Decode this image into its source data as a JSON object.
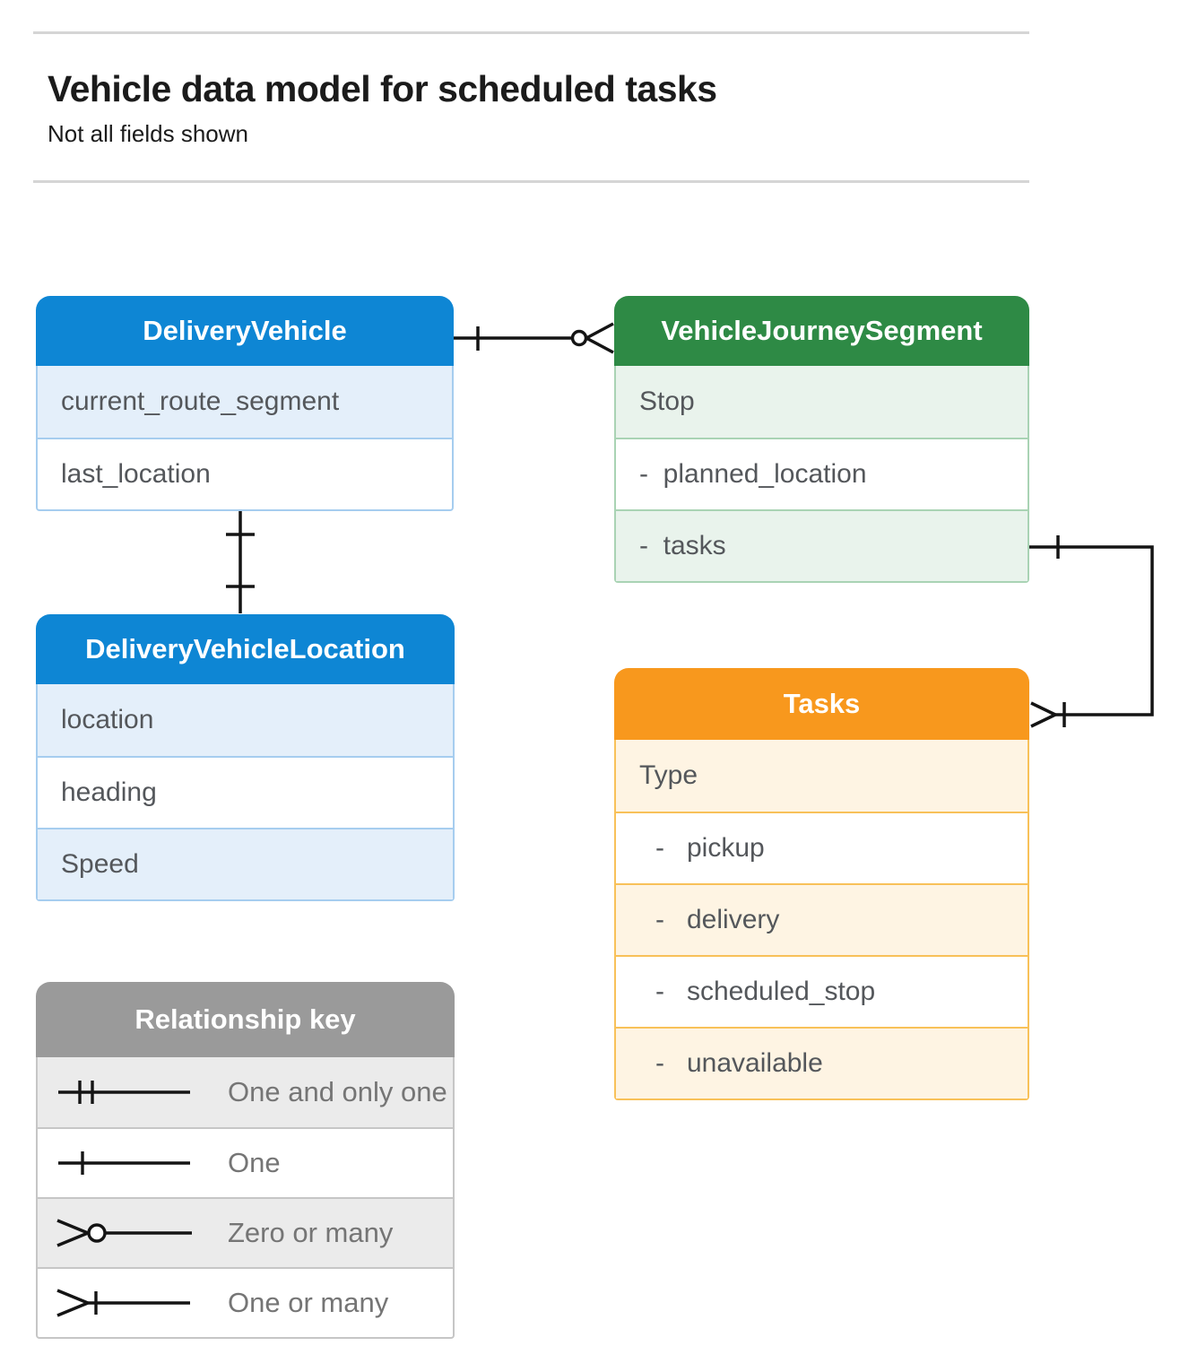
{
  "page": {
    "title": "Vehicle data model for scheduled tasks",
    "subtitle": "Not all fields shown"
  },
  "entities": {
    "delivery_vehicle": {
      "title": "DeliveryVehicle",
      "fields": [
        "current_route_segment",
        "last_location"
      ]
    },
    "vehicle_journey_segment": {
      "title": "VehicleJourneySegment",
      "fields": [
        "Stop",
        "-  planned_location",
        "-  tasks"
      ]
    },
    "delivery_vehicle_location": {
      "title": "DeliveryVehicleLocation",
      "fields": [
        "location",
        "heading",
        "Speed"
      ]
    },
    "tasks": {
      "title": "Tasks",
      "fields": [
        "Type",
        "-   pickup",
        "-   delivery",
        "-   scheduled_stop",
        "-   unavailable"
      ]
    }
  },
  "legend": {
    "title": "Relationship key",
    "items": [
      "One and only one",
      "One",
      "Zero or many",
      "One or many"
    ]
  },
  "connectors": [
    {
      "from": "DeliveryVehicle",
      "to": "VehicleJourneySegment",
      "from_end": "one",
      "to_end": "zero-or-many"
    },
    {
      "from": "DeliveryVehicle",
      "to": "DeliveryVehicleLocation",
      "from_end": "one",
      "to_end": "one"
    },
    {
      "from": "VehicleJourneySegment.tasks",
      "to": "Tasks",
      "from_end": "one",
      "to_end": "one-or-many"
    }
  ],
  "colors": {
    "blue_header": "#0e86d4",
    "blue_row": "#e4effa",
    "blue_border": "#a6cdef",
    "green_header": "#2e8a45",
    "green_row": "#e9f3ec",
    "green_border": "#a9d3b4",
    "orange_header": "#f8981d",
    "orange_row": "#fef4e3",
    "orange_border": "#f8c159",
    "gray_header": "#9a9a9a",
    "gray_row": "#ebebeb",
    "gray_border": "#c6c6c6",
    "line": "#141414",
    "rule": "#d5d5d5",
    "field_text": "#54575b",
    "legend_text": "#757575"
  }
}
